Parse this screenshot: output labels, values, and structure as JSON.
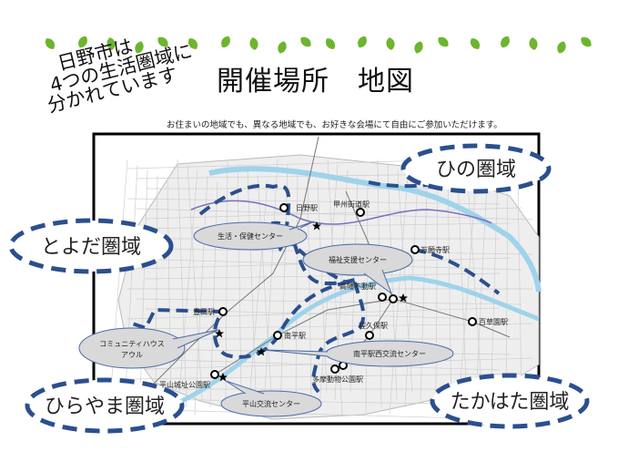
{
  "title": "開催場所　地図",
  "tagline": [
    "日野市は",
    "4つの生活圏域に",
    "分かれています"
  ],
  "subtitle": "お住まいの地域でも、異なる地域でも、お好きな会場にて自由にご参加いただけます。",
  "colors": {
    "leaf": "#6db52e",
    "boundary": "#2b4f8e",
    "callout_fill": "#d9d9d9",
    "callout_stroke": "#4a6aa8",
    "river": "#9fd3ea",
    "rail": "#7a6fc0"
  },
  "regions": [
    {
      "id": "hino",
      "label": "ひの圏域"
    },
    {
      "id": "toyoda",
      "label": "とよだ圏域"
    },
    {
      "id": "hirayama",
      "label": "ひらやま圏域"
    },
    {
      "id": "takahata",
      "label": "たかはた圏域"
    }
  ],
  "venues": [
    {
      "label": "生活・保健センター"
    },
    {
      "label": "福祉支援センター"
    },
    {
      "label": "コミュニティハウス",
      "label2": "アウル"
    },
    {
      "label": "南平駅西交流センター"
    },
    {
      "label": "平山交流センター"
    }
  ],
  "stations": [
    {
      "label": "日野駅"
    },
    {
      "label": "甲州街道駅"
    },
    {
      "label": "万願寺駅"
    },
    {
      "label": "高幡不動駅"
    },
    {
      "label": "百草園駅"
    },
    {
      "label": "程久保駅"
    },
    {
      "label": "南平駅"
    },
    {
      "label": "豊田駅"
    },
    {
      "label": "多摩動物公園駅"
    },
    {
      "label": "平山城址公園駅"
    }
  ]
}
